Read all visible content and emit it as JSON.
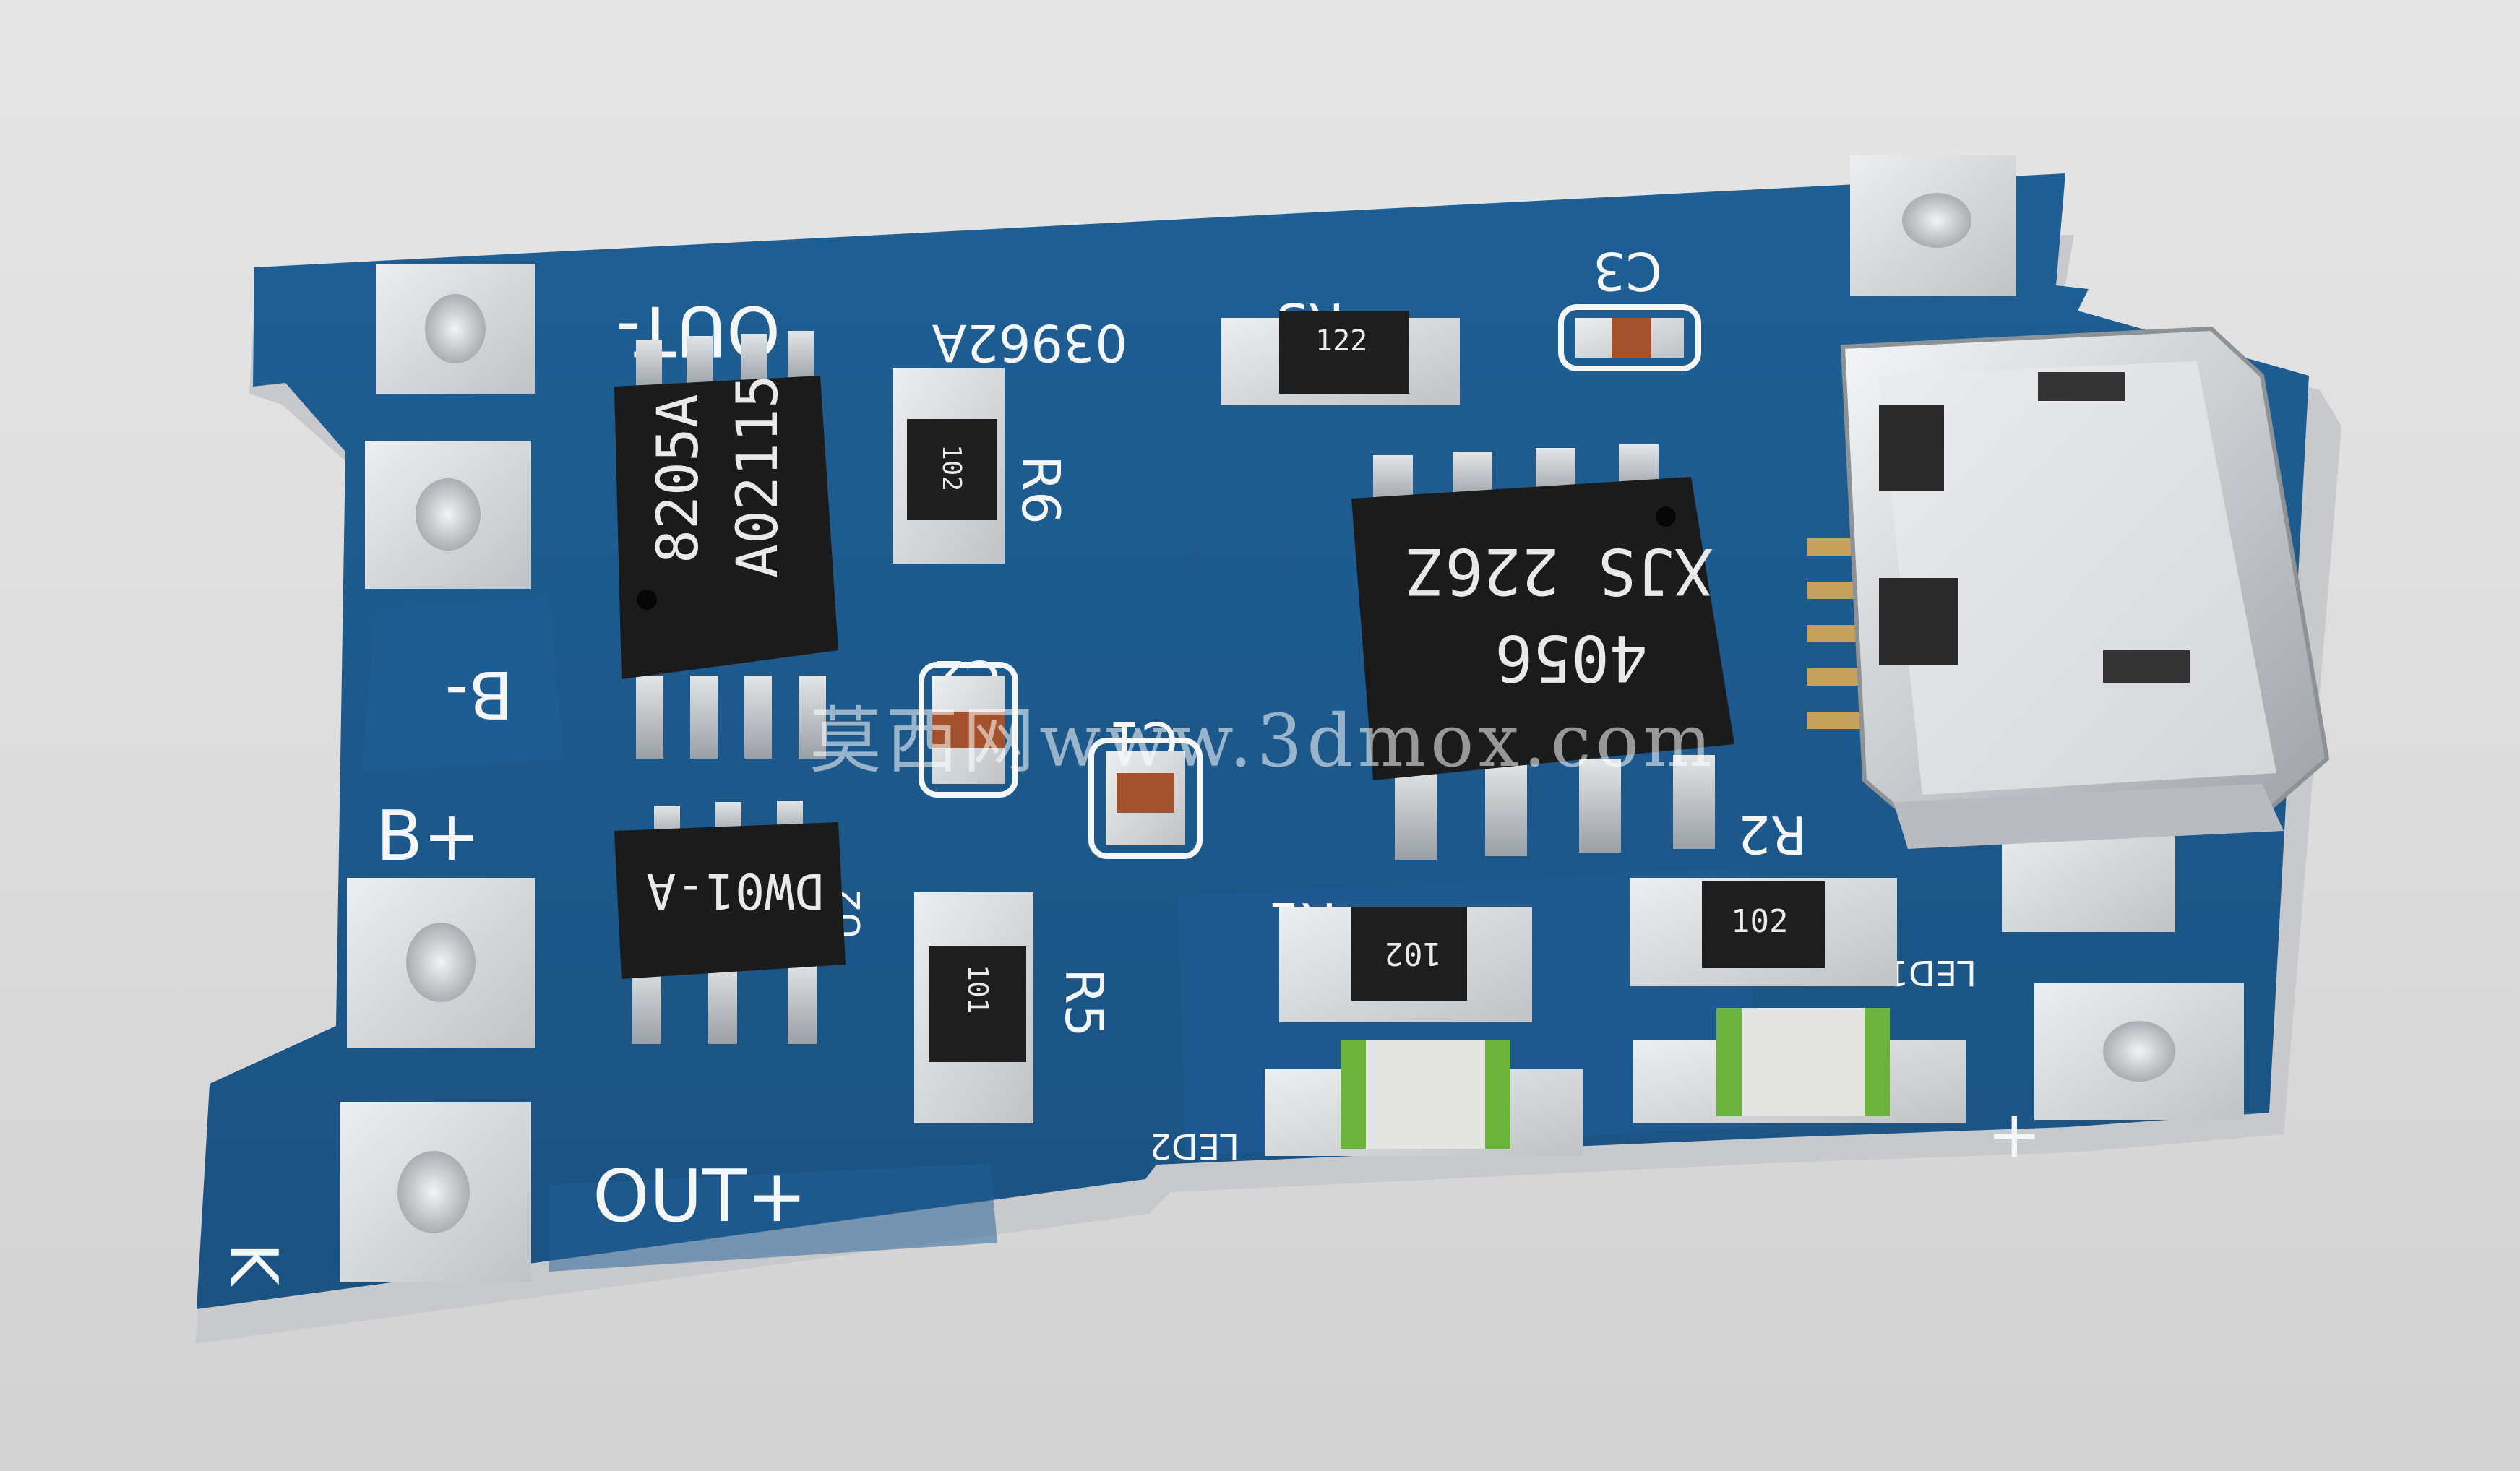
{
  "board": {
    "colors": {
      "pcb": "#1d5a8c",
      "pcb_edge": "#c7c9cc",
      "pad": "#d9dcdf",
      "ic": "#1b1b1c",
      "silkscreen": "#f4f6f8",
      "led_green": "#6bb33a"
    },
    "silkscreen": {
      "out_minus": "OUT-",
      "b_minus": "B-",
      "b_plus": "B+",
      "out_plus": "OUT+",
      "k": "K",
      "plus": "+",
      "code": "03962A",
      "r1": "R1",
      "r2": "R2",
      "r3": "R3",
      "r5": "R5",
      "r6": "R6",
      "c1": "C1",
      "c2": "C2",
      "c3": "C3",
      "u2": "U2",
      "led1": "LED1",
      "led2": "LED2"
    },
    "chips": {
      "mosfet": {
        "line1": "8205A",
        "line2": "A02115"
      },
      "protect": {
        "line1": "DW01-A"
      },
      "charger": {
        "line1": "4056",
        "line2": "XJS 226Z"
      }
    },
    "resistors": {
      "r1": "102",
      "r2": "102",
      "r3": "122",
      "r5": "101",
      "r6": "102"
    },
    "watermark": "莫西网www.3dmox.com"
  }
}
